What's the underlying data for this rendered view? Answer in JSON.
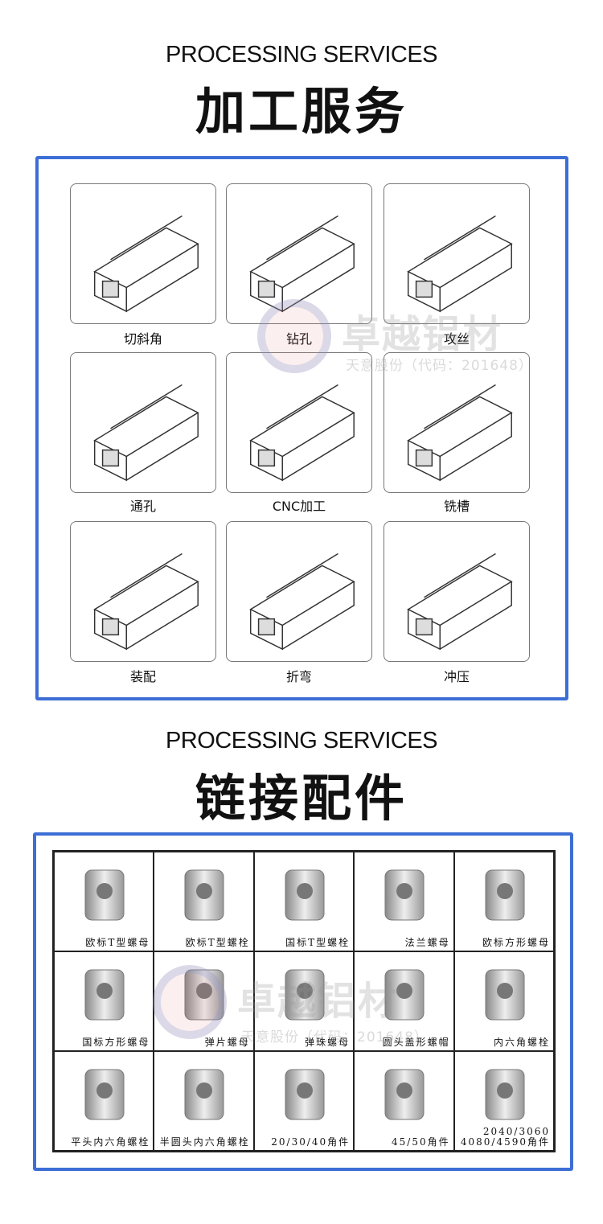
{
  "section1": {
    "title_en": "PROCESSING SERVICES",
    "title_zh": "加工服务",
    "services": [
      {
        "label": "切斜角",
        "icon": "miter-cut-icon"
      },
      {
        "label": "钻孔",
        "icon": "drilling-icon"
      },
      {
        "label": "攻丝",
        "icon": "tapping-icon"
      },
      {
        "label": "通孔",
        "icon": "through-hole-icon"
      },
      {
        "label": "CNC加工",
        "icon": "cnc-icon"
      },
      {
        "label": "铣槽",
        "icon": "slot-milling-icon"
      },
      {
        "label": "装配",
        "icon": "assembly-icon"
      },
      {
        "label": "折弯",
        "icon": "bending-icon"
      },
      {
        "label": "冲压",
        "icon": "stamping-icon"
      }
    ]
  },
  "section2": {
    "title_en": "PROCESSING SERVICES",
    "title_zh": "链接配件",
    "parts": [
      {
        "label": "欧标T型螺母"
      },
      {
        "label": "欧标T型螺栓"
      },
      {
        "label": "国标T型螺栓"
      },
      {
        "label": "法兰螺母"
      },
      {
        "label": "欧标方形螺母"
      },
      {
        "label": "国标方形螺母"
      },
      {
        "label": "弹片螺母"
      },
      {
        "label": "弹珠螺母"
      },
      {
        "label": "圆头盖形螺帽"
      },
      {
        "label": "内六角螺栓"
      },
      {
        "label": "平头内六角螺栓"
      },
      {
        "label": "半圆头内六角螺栓"
      },
      {
        "label": "20/30/40角件"
      },
      {
        "label": "45/50角件"
      },
      {
        "label": "2040/3060\n4080/4590角件"
      }
    ]
  },
  "watermark": {
    "brand": "卓越铝材",
    "sub": "天意股份（代码：201648）"
  },
  "colors": {
    "frame": "#3d6ed6"
  }
}
